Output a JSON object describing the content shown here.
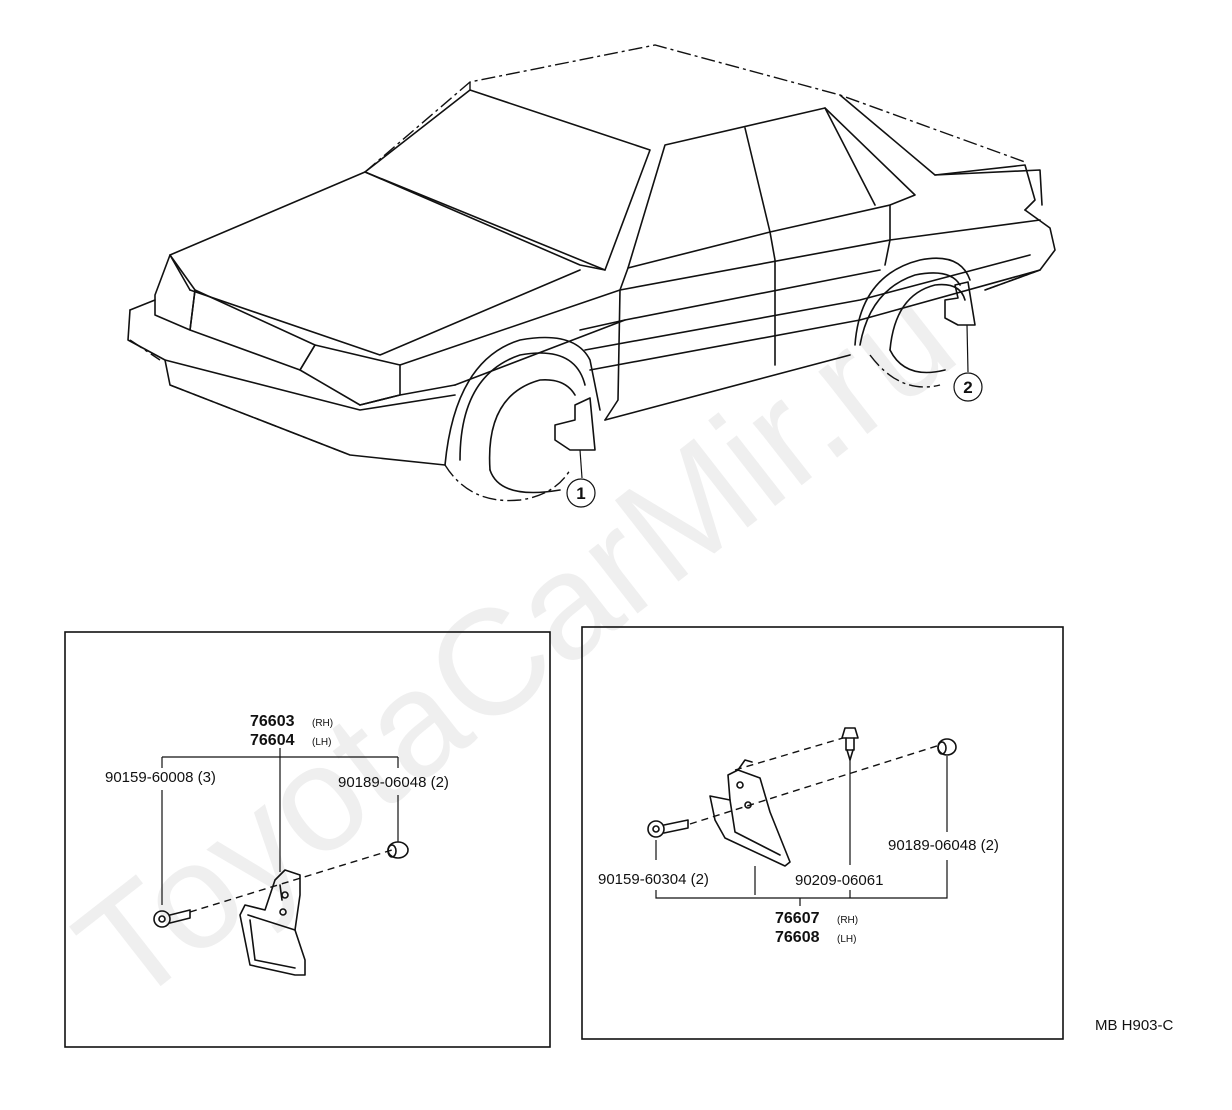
{
  "watermark": "ToyotaCarMir.ru",
  "callouts": [
    {
      "id": "1",
      "glyph": "1"
    },
    {
      "id": "2",
      "glyph": "2"
    }
  ],
  "front_panel": {
    "part_main_rh": "76603",
    "part_main_lh": "76604",
    "rh_tag": "(RH)",
    "lh_tag": "(LH)",
    "screw_label": "90159-60008 (3)",
    "nut_label": "90189-06048 (2)"
  },
  "rear_panel": {
    "part_main_rh": "76607",
    "part_main_lh": "76608",
    "rh_tag": "(RH)",
    "lh_tag": "(LH)",
    "screw_label": "90159-60304 (2)",
    "clip_label": "90209-06061",
    "nut_label": "90189-06048 (2)"
  },
  "drawing_code": "MB H903-C"
}
